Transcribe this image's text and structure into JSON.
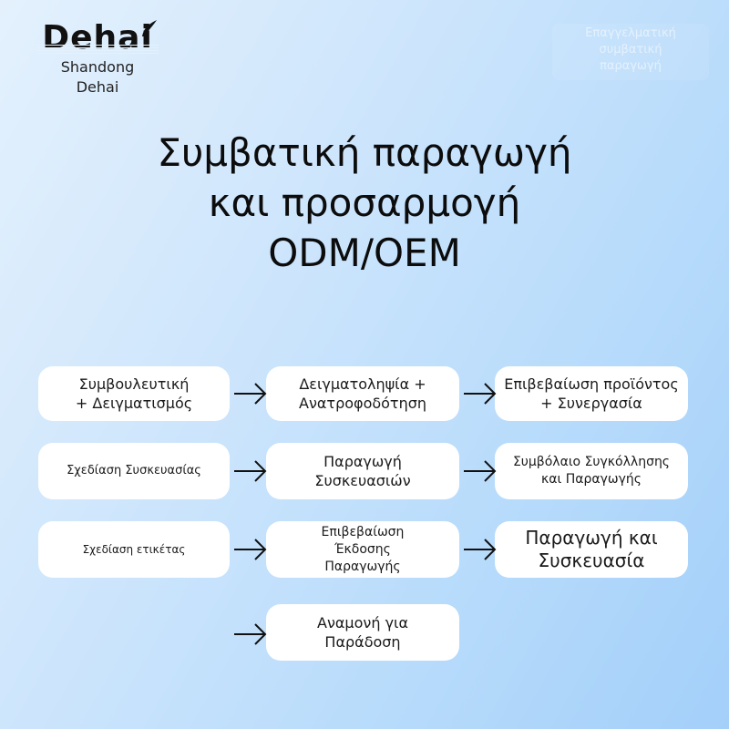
{
  "logo": {
    "brand": "Dehai",
    "subtitle_line1": "Shandong",
    "subtitle_line2": "Dehai"
  },
  "watermark": {
    "line1": "Επαγγελματική",
    "line2": "συμβατική",
    "line3": "παραγωγή"
  },
  "title": {
    "line1": "Συμβατική παραγωγή",
    "line2": "και προσαρμογή",
    "line3": "ODM/OEM"
  },
  "flow": {
    "steps": [
      {
        "label": "Συμβουλευτική\n+ Δειγματισμός"
      },
      {
        "label": "Δειγματοληψία +\nΑνατροφοδότηση"
      },
      {
        "label": "Επιβεβαίωση προϊόντος\n+ Συνεργασία"
      },
      {
        "label": "Σχεδίαση Συσκευασίας"
      },
      {
        "label": "Παραγωγή\nΣυσκευασιών"
      },
      {
        "label": "Συμβόλαιο Συγκόλλησης\nκαι Παραγωγής"
      },
      {
        "label": "Σχεδίαση ετικέτας"
      },
      {
        "label": "Επιβεβαίωση\nΈκδοσης\nΠαραγωγής"
      },
      {
        "label": "Παραγωγή και\nΣυσκευασία"
      },
      {
        "label": "Αναμονή για\nΠαράδοση"
      }
    ],
    "arrow_icon": "right-arrow",
    "colors": {
      "box_bg": "#ffffff",
      "arrow": "#111111",
      "bg_start": "#e4f1fd",
      "bg_end": "#a3cff9"
    }
  }
}
